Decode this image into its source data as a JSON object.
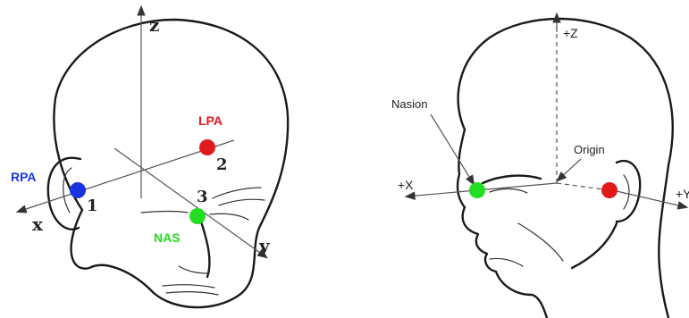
{
  "left_diagram": {
    "axes": {
      "z": "z",
      "x": "x",
      "y": "y"
    },
    "points": [
      {
        "label": "RPA",
        "number": "1",
        "color": "#1a33e0"
      },
      {
        "label": "LPA",
        "number": "2",
        "color": "#e01a1a"
      },
      {
        "label": "NAS",
        "number": "3",
        "color": "#22dd22"
      }
    ]
  },
  "right_diagram": {
    "axes": {
      "z": "+Z",
      "x": "+X",
      "y": "+Y"
    },
    "labels": {
      "nasion": "Nasion",
      "origin": "Origin"
    },
    "markers": {
      "nasion_color": "#22dd22",
      "ear_color": "#e01a1a"
    }
  }
}
